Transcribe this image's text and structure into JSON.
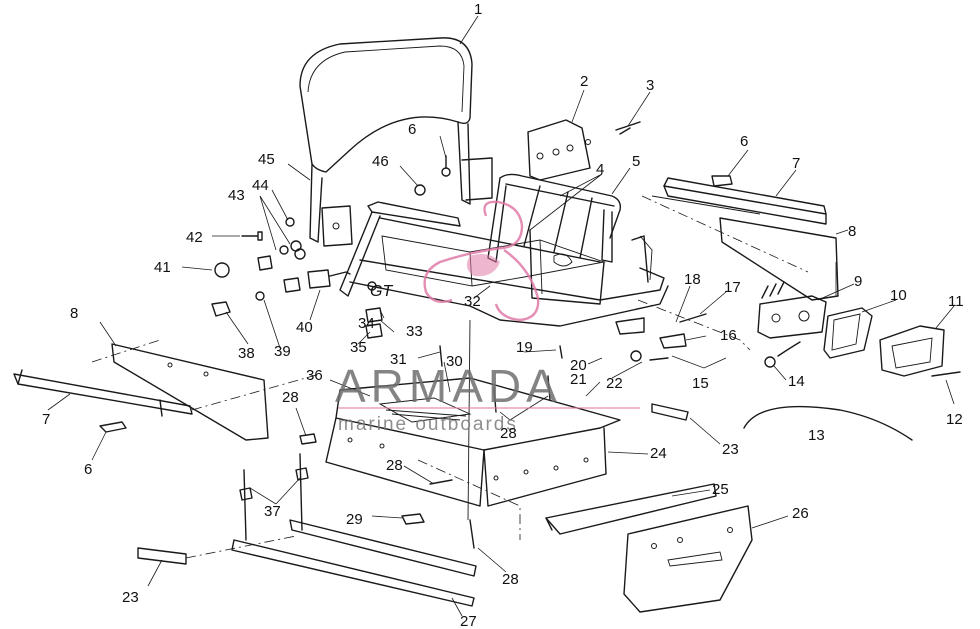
{
  "diagram": {
    "callouts": [
      {
        "id": "c1",
        "text": "1"
      },
      {
        "id": "c2",
        "text": "2"
      },
      {
        "id": "c3",
        "text": "3"
      },
      {
        "id": "c4",
        "text": "4"
      },
      {
        "id": "c5",
        "text": "5"
      },
      {
        "id": "c6a",
        "text": "6"
      },
      {
        "id": "c6b",
        "text": "6"
      },
      {
        "id": "c6c",
        "text": "6"
      },
      {
        "id": "c7a",
        "text": "7"
      },
      {
        "id": "c7b",
        "text": "7"
      },
      {
        "id": "c8a",
        "text": "8"
      },
      {
        "id": "c8b",
        "text": "8"
      },
      {
        "id": "c9",
        "text": "9"
      },
      {
        "id": "c10",
        "text": "10"
      },
      {
        "id": "c11",
        "text": "11"
      },
      {
        "id": "c12",
        "text": "12"
      },
      {
        "id": "c13",
        "text": "13"
      },
      {
        "id": "c14",
        "text": "14"
      },
      {
        "id": "c15",
        "text": "15"
      },
      {
        "id": "c16",
        "text": "16"
      },
      {
        "id": "c17",
        "text": "17"
      },
      {
        "id": "c18",
        "text": "18"
      },
      {
        "id": "c19",
        "text": "19"
      },
      {
        "id": "c20",
        "text": "20"
      },
      {
        "id": "c21",
        "text": "21"
      },
      {
        "id": "c22",
        "text": "22"
      },
      {
        "id": "c23a",
        "text": "23"
      },
      {
        "id": "c23b",
        "text": "23"
      },
      {
        "id": "c24",
        "text": "24"
      },
      {
        "id": "c25",
        "text": "25"
      },
      {
        "id": "c26",
        "text": "26"
      },
      {
        "id": "c27",
        "text": "27"
      },
      {
        "id": "c28a",
        "text": "28"
      },
      {
        "id": "c28b",
        "text": "28"
      },
      {
        "id": "c28c",
        "text": "28"
      },
      {
        "id": "c28d",
        "text": "28"
      },
      {
        "id": "c29",
        "text": "29"
      },
      {
        "id": "c30",
        "text": "30"
      },
      {
        "id": "c31",
        "text": "31"
      },
      {
        "id": "c32",
        "text": "32"
      },
      {
        "id": "c33",
        "text": "33"
      },
      {
        "id": "c34",
        "text": "34"
      },
      {
        "id": "c35",
        "text": "35"
      },
      {
        "id": "c36",
        "text": "36"
      },
      {
        "id": "c37",
        "text": "37"
      },
      {
        "id": "c38",
        "text": "38"
      },
      {
        "id": "c39",
        "text": "39"
      },
      {
        "id": "c40",
        "text": "40"
      },
      {
        "id": "c41",
        "text": "41"
      },
      {
        "id": "c42",
        "text": "42"
      },
      {
        "id": "c43",
        "text": "43"
      },
      {
        "id": "c44",
        "text": "44"
      },
      {
        "id": "c45",
        "text": "45"
      },
      {
        "id": "c46",
        "text": "46"
      }
    ],
    "rack_decal": "GT"
  },
  "watermark": {
    "title": "ARMADA",
    "subtitle": "marine outboards",
    "color": "#e07aa8"
  }
}
